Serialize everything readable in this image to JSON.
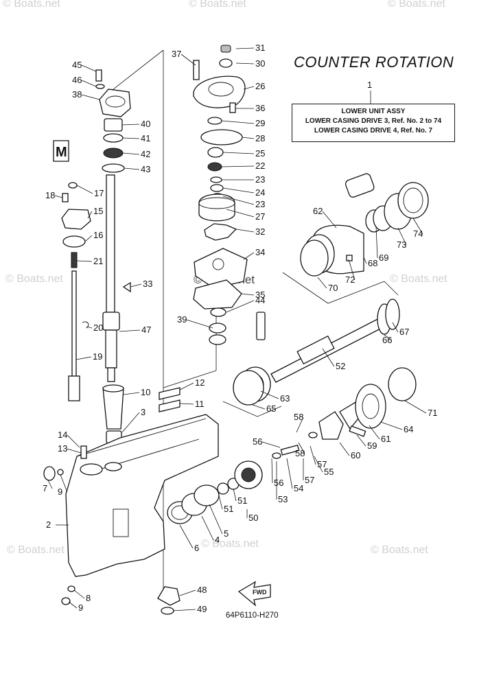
{
  "title": "COUNTER ROTATION",
  "assembly_ref": "1",
  "assembly_box": {
    "heading": "LOWER UNIT ASSY",
    "line1": "LOWER CASING DRIVE 3,  Ref. No. 2 to 74",
    "line2": "LOWER CASING DRIVE 4,  Ref. No. 7"
  },
  "diagram_code": "64P6110-H270",
  "watermark": "© Boats.net",
  "arrow_label": "FWD",
  "callouts": [
    "31",
    "30",
    "37",
    "26",
    "36",
    "29",
    "28",
    "25",
    "22",
    "23",
    "24",
    "23",
    "27",
    "32",
    "34",
    "35",
    "44",
    "39",
    "45",
    "46",
    "38",
    "40",
    "41",
    "42",
    "43",
    "17",
    "18",
    "15",
    "16",
    "21",
    "33",
    "20",
    "47",
    "19",
    "12",
    "11",
    "10",
    "3",
    "14",
    "13",
    "7",
    "9",
    "2",
    "8",
    "9",
    "48",
    "49",
    "62",
    "69",
    "73",
    "74",
    "68",
    "72",
    "70",
    "67",
    "66",
    "52",
    "63",
    "65",
    "71",
    "58",
    "64",
    "59",
    "61",
    "56",
    "57",
    "60",
    "58",
    "55",
    "56",
    "54",
    "57",
    "53",
    "51",
    "51",
    "50",
    "4",
    "5",
    "6"
  ]
}
